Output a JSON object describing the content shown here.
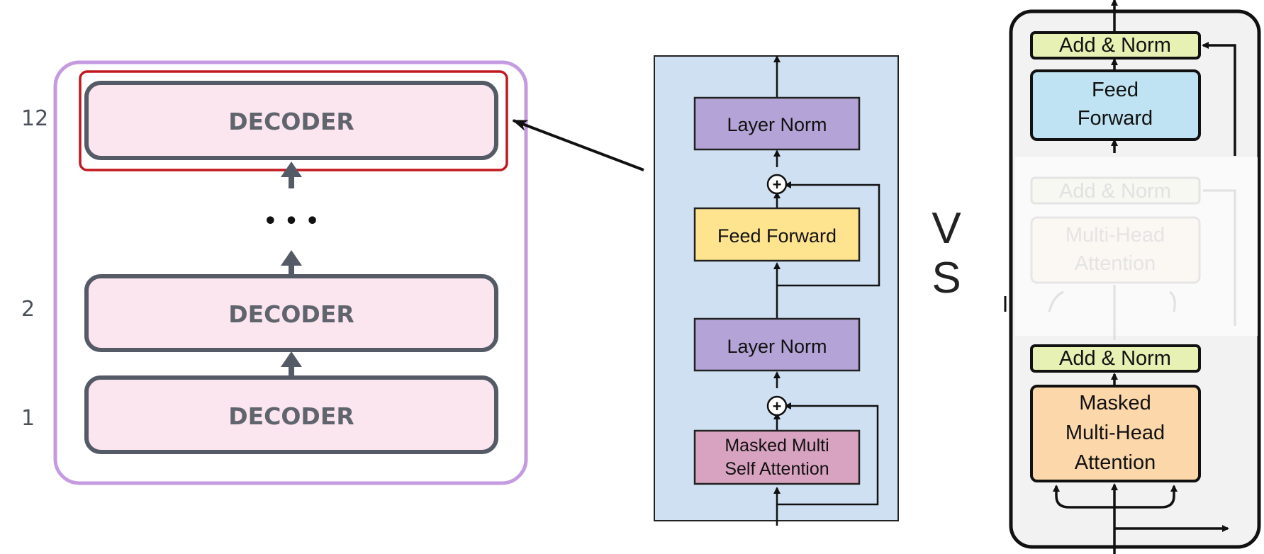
{
  "left_panel": {
    "layer_numbers": [
      "12",
      "2",
      "1"
    ],
    "decoder_label": "DECODER",
    "ellipsis": "• • •"
  },
  "middle_panel": {
    "layer_norm_top": "Layer Norm",
    "feed_forward": "Feed Forward",
    "layer_norm_bottom": "Layer Norm",
    "attention_line1": "Masked Multi",
    "attention_line2": "Self Attention",
    "plus_symbol": "+"
  },
  "vs_label": {
    "line1": "V",
    "line2": "S"
  },
  "right_panel": {
    "add_norm_top": "Add & Norm",
    "feed_forward_line1": "Feed",
    "feed_forward_line2": "Forward",
    "add_norm_faded": "Add & Norm",
    "mha_faded_line1": "Multi-Head",
    "mha_faded_line2": "Attention",
    "add_norm_bottom": "Add & Norm",
    "masked_line1": "Masked",
    "masked_line2": "Multi-Head",
    "masked_line3": "Attention"
  },
  "colors": {
    "decoder_fill": "#fbe6f0",
    "decoder_stroke": "#555b66",
    "stack_outline": "#c49be0",
    "highlight": "#c0181f",
    "middle_bg": "#cfe0f2",
    "layer_norm": "#b3a3d6",
    "feed_forward": "#ffe48f",
    "masked_attention": "#d8a3c0",
    "add_norm": "#e8f1b4",
    "ff_right": "#bfe3f2",
    "masked_right": "#fcd7aa"
  }
}
